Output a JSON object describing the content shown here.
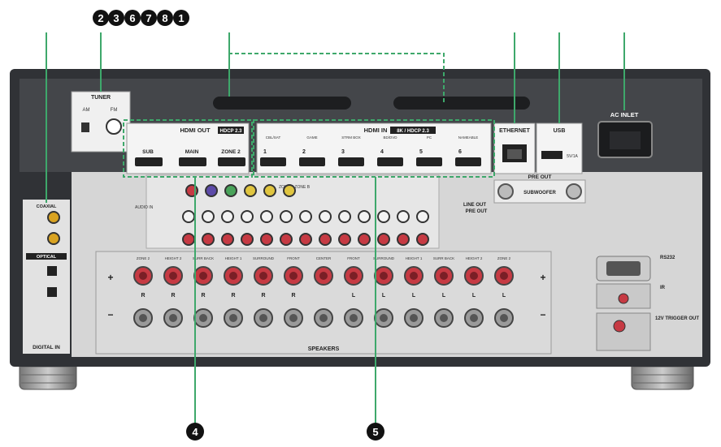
{
  "callouts": {
    "top": [
      "2",
      "3",
      "6",
      "7",
      "8",
      "1"
    ],
    "bottom_left": "4",
    "bottom_right": "5"
  },
  "labels": {
    "tuner": "TUNER",
    "am": "AM",
    "fm": "FM",
    "hdmi_out": "HDMI OUT",
    "hdcp_out": "HDCP 2.3",
    "sub": "SUB",
    "main": "MAIN",
    "zone2": "ZONE 2",
    "hdmi_in": "HDMI IN",
    "hdcp_in": "8K / HDCP 2.3",
    "hdmi_in_ports": [
      "1",
      "2",
      "3",
      "4",
      "5",
      "6"
    ],
    "hdmi_in_names": [
      "CBL/SAT",
      "GAME",
      "STRM BOX",
      "BD/DVD",
      "PC",
      "NAMEABLE"
    ],
    "ethernet": "ETHERNET",
    "usb": "USB",
    "usb_rating": "5V/1A",
    "ac_inlet": "AC INLET",
    "pre_out": "PRE OUT",
    "subwoofer": "SUBWOOFER",
    "line_out": "LINE OUT",
    "pre_out2": "PRE OUT",
    "coaxial": "COAXIAL",
    "optical": "OPTICAL",
    "digital_in": "DIGITAL IN",
    "speakers": "SPEAKERS",
    "rs232": "RS232",
    "ir": "IR",
    "trigger": "12V TRIGGER OUT",
    "zone2_preout": "ZONE 2 ZONE B",
    "audio_in": "AUDIO IN"
  },
  "speaker_channels": [
    "ZONE 2",
    "HEIGHT 2",
    "SURR BACK",
    "HEIGHT 1",
    "SURROUND",
    "FRONT",
    "CENTER",
    "FRONT",
    "SURROUND",
    "HEIGHT 1",
    "SURR BACK",
    "HEIGHT 2",
    "ZONE 2"
  ],
  "speaker_sides": [
    "R",
    "R",
    "R",
    "R",
    "R",
    "R",
    "",
    "L",
    "L",
    "L",
    "L",
    "L",
    "L"
  ],
  "colors": {
    "accent_green": "#3ea86b",
    "panel_dark": "#3b3d40",
    "panel_light": "#d9d9d9",
    "terminal_red": "#c63a43"
  }
}
